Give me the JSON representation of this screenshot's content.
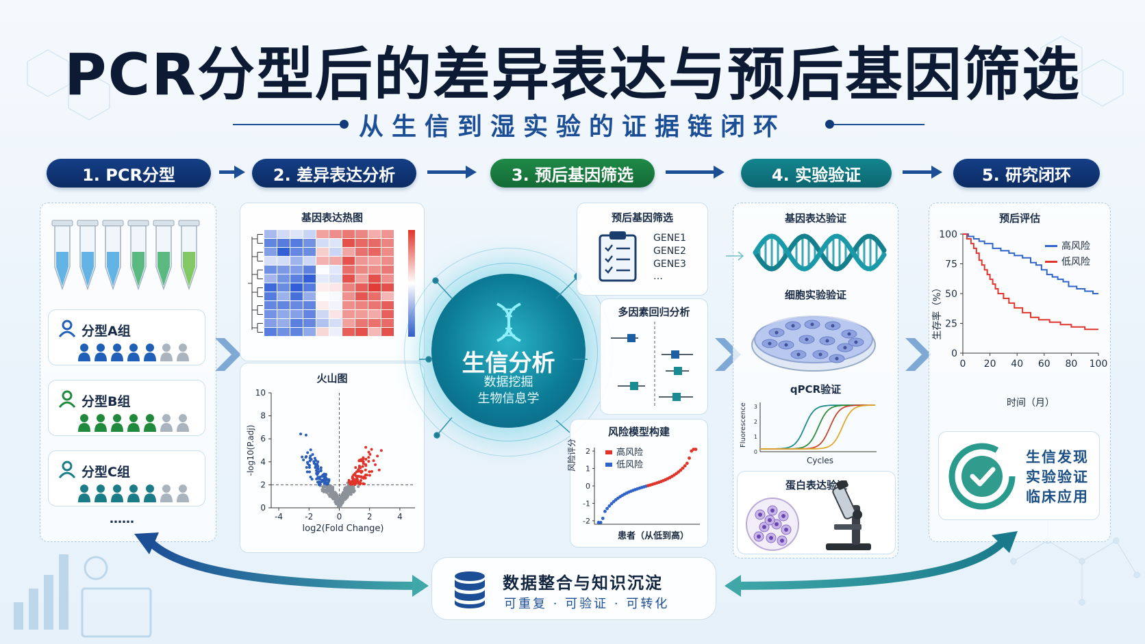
{
  "title": "PCR分型后的差异表达与预后基因筛选",
  "subtitle": "从生信到湿实验的证据链闭环",
  "steps": [
    {
      "label": "1. PCR分型"
    },
    {
      "label": "2. 差异表达分析"
    },
    {
      "label": "3. 预后基因筛选"
    },
    {
      "label": "4. 实验验证"
    },
    {
      "label": "5. 研究闭环"
    }
  ],
  "colors": {
    "navy": "#0c2b63",
    "green": "#146a35",
    "teal": "#0c6670",
    "red": "#e0342a",
    "blue": "#2f63c8"
  },
  "pcr": {
    "tube_colors": [
      "#4aa8e0",
      "#4aa8e0",
      "#4aa8e0",
      "#3fae6b",
      "#3fae6b",
      "#6fbf4a"
    ],
    "groups": [
      {
        "title": "分型A组",
        "color": "#1f5fb8"
      },
      {
        "title": "分型B组",
        "color": "#1f8a3c"
      },
      {
        "title": "分型C组",
        "color": "#1a7c86"
      }
    ],
    "more": "……"
  },
  "heatmap": {
    "title": "基因表达热图"
  },
  "volcano": {
    "title": "火山图",
    "xlabel": "log2(Fold Change)",
    "ylabel": "-log10(P.adj)",
    "xticks": [
      "-4",
      "-2",
      "0",
      "2",
      "4"
    ],
    "yticks": [
      "0",
      "2",
      "4",
      "6",
      "8",
      "10"
    ]
  },
  "hub": {
    "main": "生信分析",
    "sub1": "数据挖掘",
    "sub2": "生物信息学"
  },
  "screen": {
    "title": "预后基因筛选",
    "genes": [
      "GENE1",
      "GENE2",
      "GENE3",
      "…"
    ]
  },
  "forest": {
    "title": "多因素回归分析"
  },
  "risk": {
    "title": "风险模型构建",
    "legend_high": "高风险",
    "legend_low": "低风险",
    "ylabel": "风险评分",
    "xlabel": "患者（从低到高）",
    "yticks": [
      "2",
      "1",
      "0",
      "-1",
      "-2"
    ]
  },
  "validation": {
    "gene_title": "基因表达验证",
    "cell_title": "细胞实验验证",
    "qpcr_title": "qPCR验证",
    "qpcr_ylabel": "Fluorescence",
    "qpcr_xlabel": "Cycles",
    "protein_title": "蛋白表达验证"
  },
  "km": {
    "title": "预后评估",
    "legend_high": "高风险",
    "legend_low": "低风险",
    "ylabel": "生存率（%）",
    "xlabel": "时间（月）",
    "xticks": [
      "0",
      "20",
      "40",
      "60",
      "80",
      "100"
    ],
    "yticks": [
      "0",
      "25",
      "50",
      "75",
      "100"
    ]
  },
  "closure": {
    "line1": "生信发现",
    "line2": "实验验证",
    "line3": "临床应用"
  },
  "bottom": {
    "title": "数据整合与知识沉淀",
    "sub": "可重复 · 可验证 · 可转化"
  }
}
